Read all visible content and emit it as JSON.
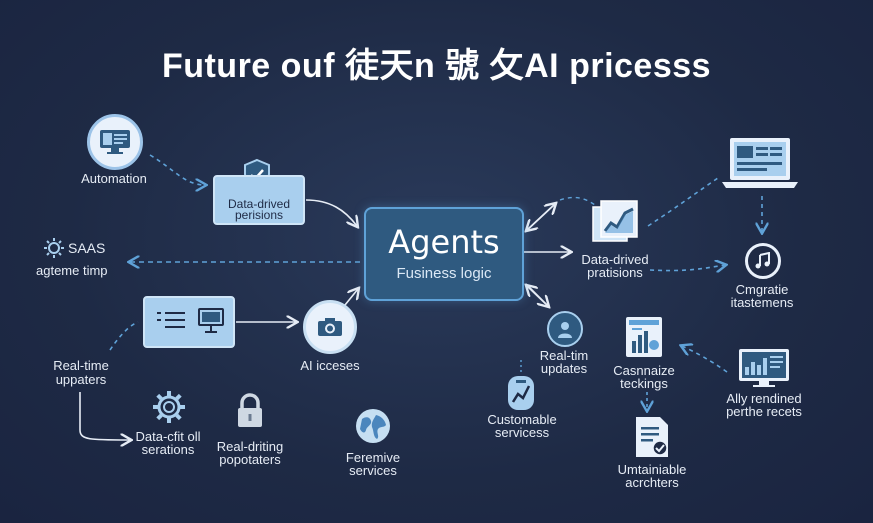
{
  "title": "Future ouf 徒天n 號 攵AI pricesss",
  "center": {
    "title": "Agents",
    "subtitle": "Fusiness logic"
  },
  "nodes": {
    "automation": "Automation",
    "data_driven_box": [
      "Data-drived",
      "perisions"
    ],
    "saas": "SAAS",
    "agteme": "agteme timp",
    "realtime_left": [
      "Real-time",
      "uppaters"
    ],
    "ai_icceses": "AI icceses",
    "data_cfit": [
      "Data-cfit oll",
      "serations"
    ],
    "real_driting": [
      "Real-driting",
      "popotaters"
    ],
    "feremive": [
      "Feremive",
      "services"
    ],
    "customable": [
      "Customable",
      "servicess"
    ],
    "realtim_updates": [
      "Real-tim",
      "updates"
    ],
    "data_driven_right": [
      "Data-drived",
      "pratisions"
    ],
    "cmgratie": [
      "Cmgratie",
      "itastemens"
    ],
    "casnnaize": [
      "Casnnaize",
      "teckings"
    ],
    "ally_rendined": [
      "Ally rendined",
      "perthe recets"
    ],
    "umtainiable": [
      "Umtainiable",
      "acrchters"
    ]
  },
  "icons": {
    "automation": "monitor-icon",
    "shield": "shield-check-icon",
    "saas": "gear-sun-icon",
    "list_screen": "list-monitor-icon",
    "camera": "camera-icon",
    "gear": "gear-icon",
    "lock": "lock-icon",
    "globe": "globe-icon",
    "customable": "chart-device-icon",
    "user": "user-icon",
    "chart_cards": "chart-cards-icon",
    "laptop": "laptop-icon",
    "music": "music-note-icon",
    "tablet_chart": "tablet-chart-icon",
    "dashboard": "dashboard-monitor-icon",
    "document": "document-check-icon"
  },
  "colors": {
    "background": "#1e2a45",
    "accent": "#5fa2d8",
    "light_box": "#a9cfee",
    "center_box": "#2f5a80"
  }
}
